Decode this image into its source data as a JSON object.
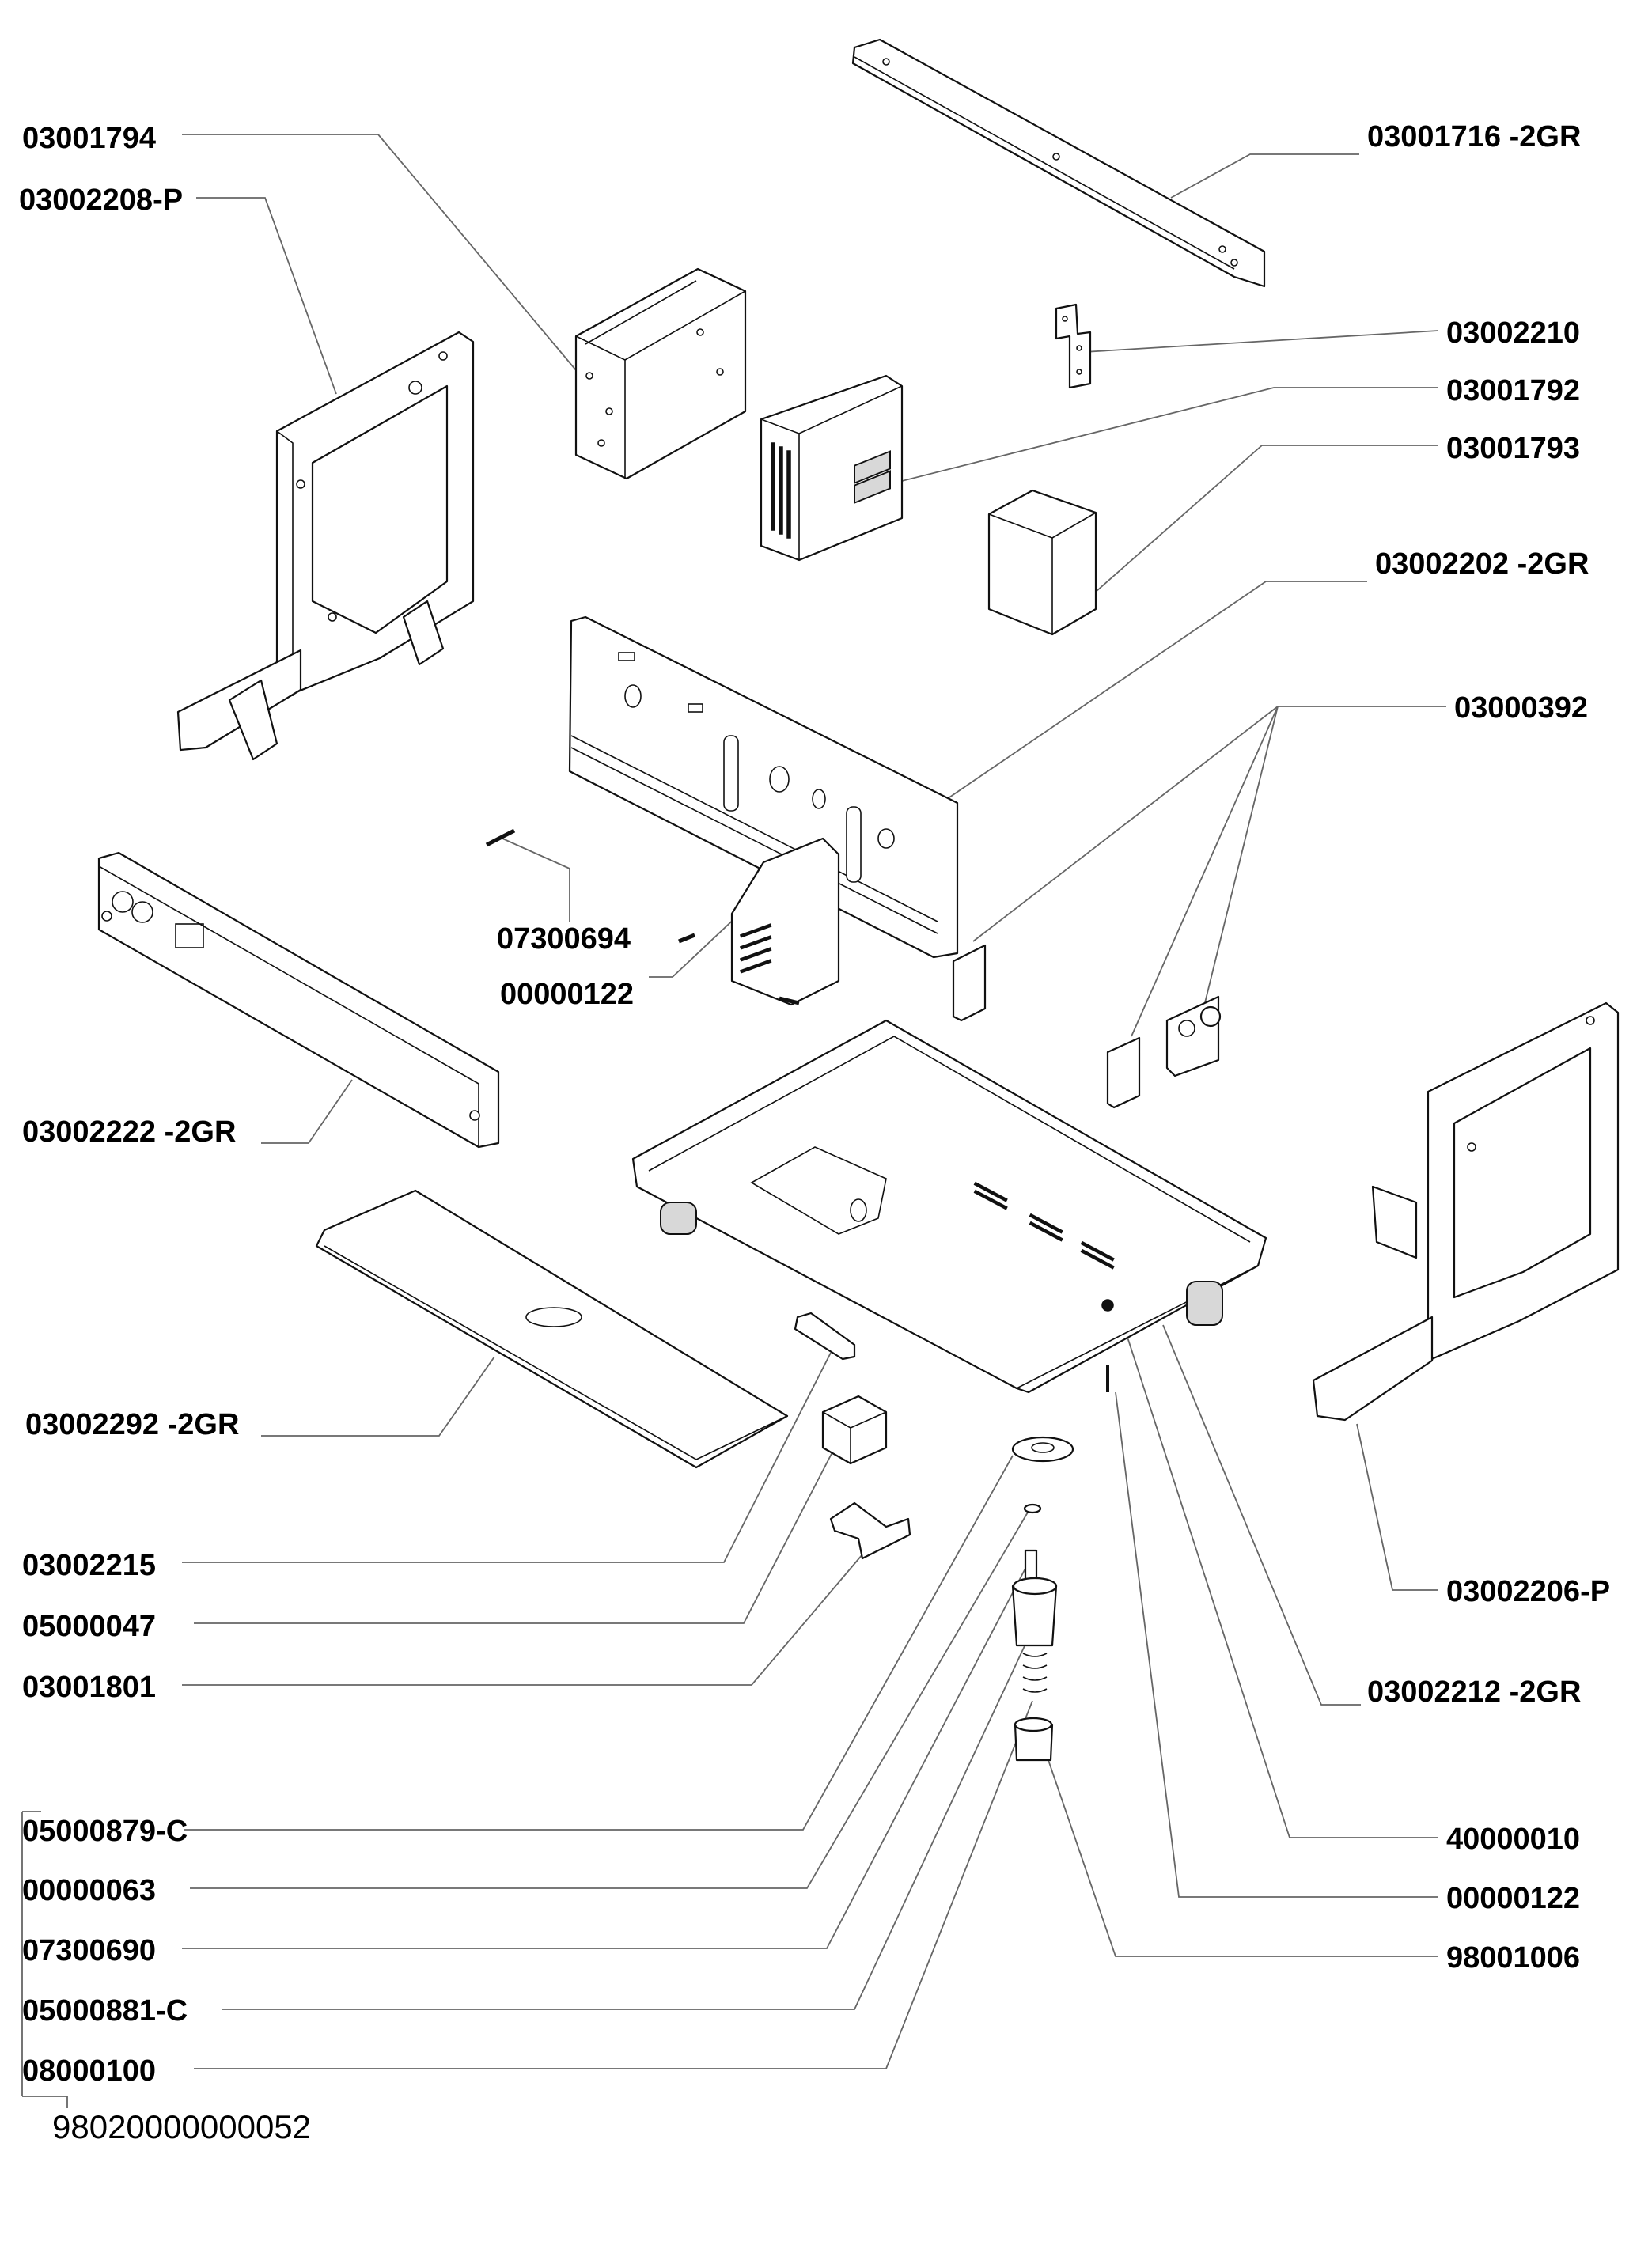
{
  "labels": {
    "p03001794": "03001794",
    "p03002208P": "03002208-P",
    "p03001716": "03001716 -2GR",
    "p03002210": "03002210",
    "p03001792": "03001792",
    "p03001793": "03001793",
    "p03002202": "03002202 -2GR",
    "p03000392": "03000392",
    "p07300694": "07300694",
    "p00000122a": "00000122",
    "p03002222": "03002222 -2GR",
    "p03002292": "03002292 -2GR",
    "p03002215": "03002215",
    "p05000047": "05000047",
    "p03001801": "03001801",
    "p03002206P": "03002206-P",
    "p03002212": "03002212 -2GR",
    "p05000879C": "05000879-C",
    "p00000063": "00000063",
    "p07300690": "07300690",
    "p05000881C": "05000881-C",
    "p08000100": "08000100",
    "p40000010": "40000010",
    "p00000122b": "00000122",
    "p98001006": "98001006",
    "assembly": "98020000000052"
  }
}
